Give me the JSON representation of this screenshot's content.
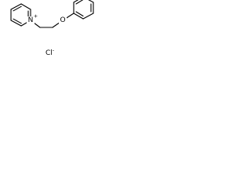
{
  "structure": {
    "nitrogen_symbol": "N",
    "nitrogen_charge": "+",
    "oxygen_symbol": "O"
  },
  "counterion": {
    "symbol": "Cl",
    "charge": "-"
  }
}
